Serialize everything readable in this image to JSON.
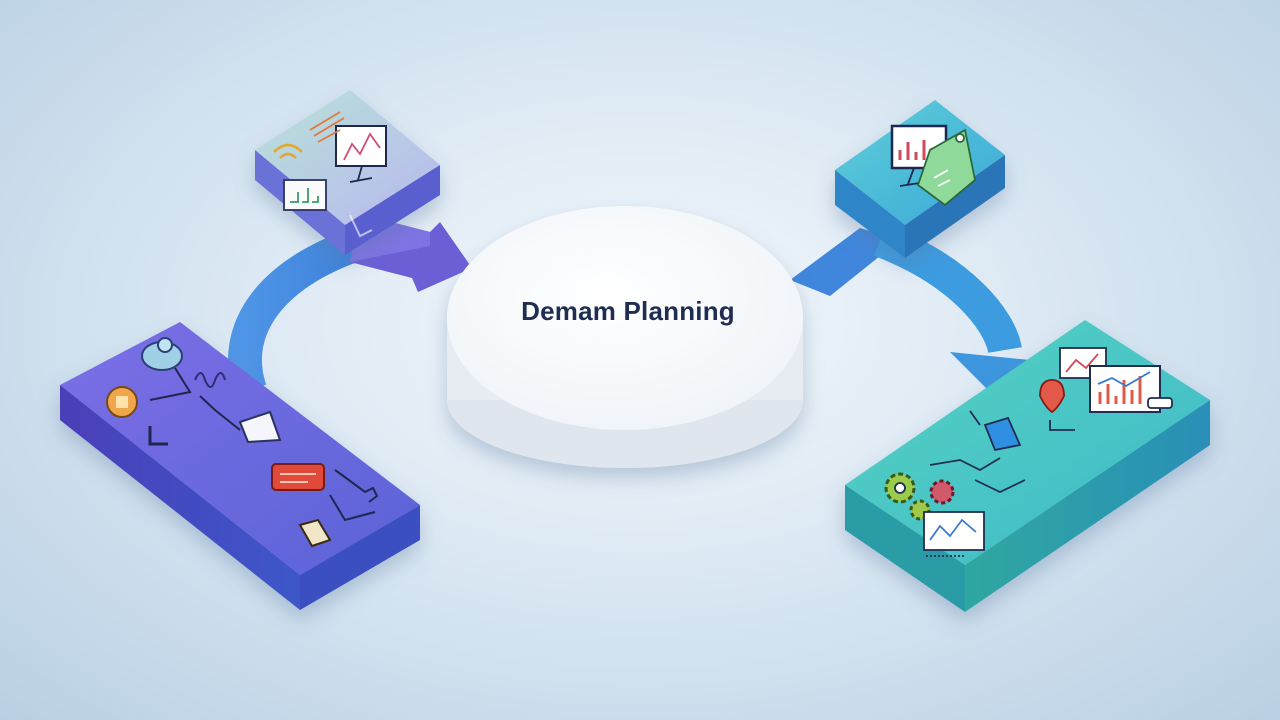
{
  "center": {
    "label": "Demam Planning"
  },
  "colors": {
    "left_platform": "#6d5fd8",
    "right_platform": "#3cc4b5",
    "arrow_blue": "#4a8fe0",
    "center_disc": "#ffffff"
  },
  "nodes": [
    {
      "id": "top-left-block",
      "icons": [
        "wifi-icon",
        "monitor-chart-icon",
        "document-chart-icon"
      ]
    },
    {
      "id": "top-right-block",
      "icons": [
        "monitor-chart-icon",
        "price-tag-icon"
      ]
    },
    {
      "id": "left-platform",
      "icons": [
        "robot-icon",
        "coin-icon",
        "megaphone-icon",
        "label-card-icon",
        "wrench-icon",
        "pen-icon"
      ]
    },
    {
      "id": "right-platform",
      "icons": [
        "chart-icon",
        "bar-chart-icon",
        "megaphone-icon",
        "gear-icon",
        "location-icon",
        "line-chart-icon"
      ]
    }
  ]
}
